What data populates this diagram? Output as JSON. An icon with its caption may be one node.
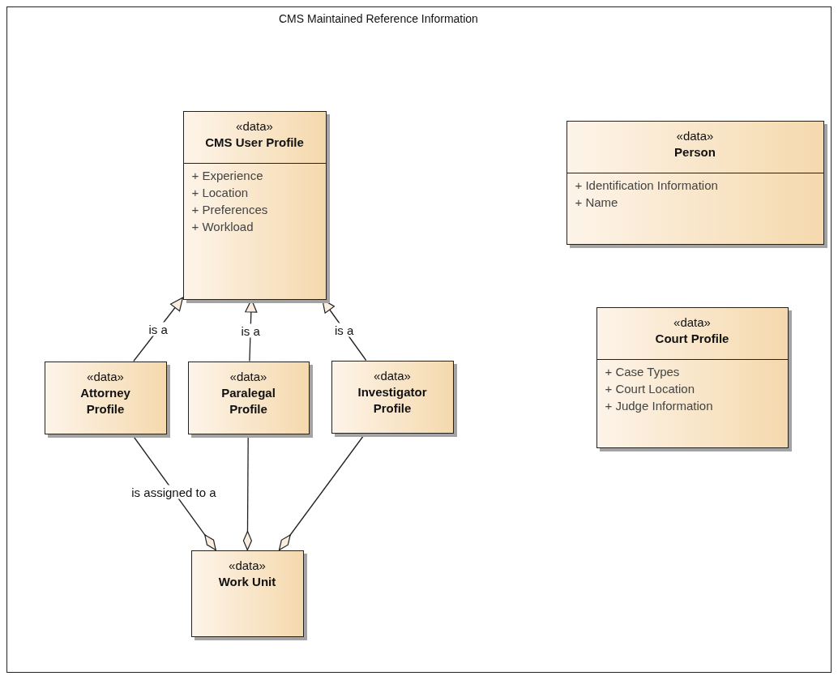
{
  "diagram": {
    "nodes": [
      {
        "text": [
          "CMS Maintained Reference Information"
        ]
      },
      {
        "text": [
          "«data»",
          "CMS User Profile",
          "+ Experience",
          "+ Location",
          "+ Preferences",
          "+ Workload"
        ],
        "in": 0
      },
      {
        "text": [
          "«data»",
          "Person",
          "+ Identification Information",
          "+ Name"
        ],
        "in": 0
      },
      {
        "text": [
          "«data»",
          "Court Profile",
          "+ Case Types",
          "+ Court Location",
          "+ Judge Information"
        ],
        "in": 0
      },
      {
        "text": [
          "«data»",
          "Attorney Profile"
        ],
        "in": 0
      },
      {
        "text": [
          "«data»",
          "Paralegal Profile"
        ],
        "in": 0
      },
      {
        "text": [
          "«data»",
          "Investigator Profile"
        ],
        "in": 0
      },
      {
        "text": [
          "«data»",
          "Work Unit"
        ],
        "in": 0
      }
    ],
    "edges": [
      {
        "from": 4,
        "to": 1,
        "arrow": "to",
        "label": "is a"
      },
      {
        "from": 5,
        "to": 1,
        "arrow": "to",
        "label": "is a"
      },
      {
        "from": 6,
        "to": 1,
        "arrow": "to",
        "label": "is a"
      },
      {
        "from": 4,
        "to": 7,
        "arrow": "other",
        "label": "is assigned to a"
      },
      {
        "from": 5,
        "to": 7,
        "arrow": "other"
      },
      {
        "from": 6,
        "to": 7,
        "arrow": "other"
      }
    ]
  }
}
